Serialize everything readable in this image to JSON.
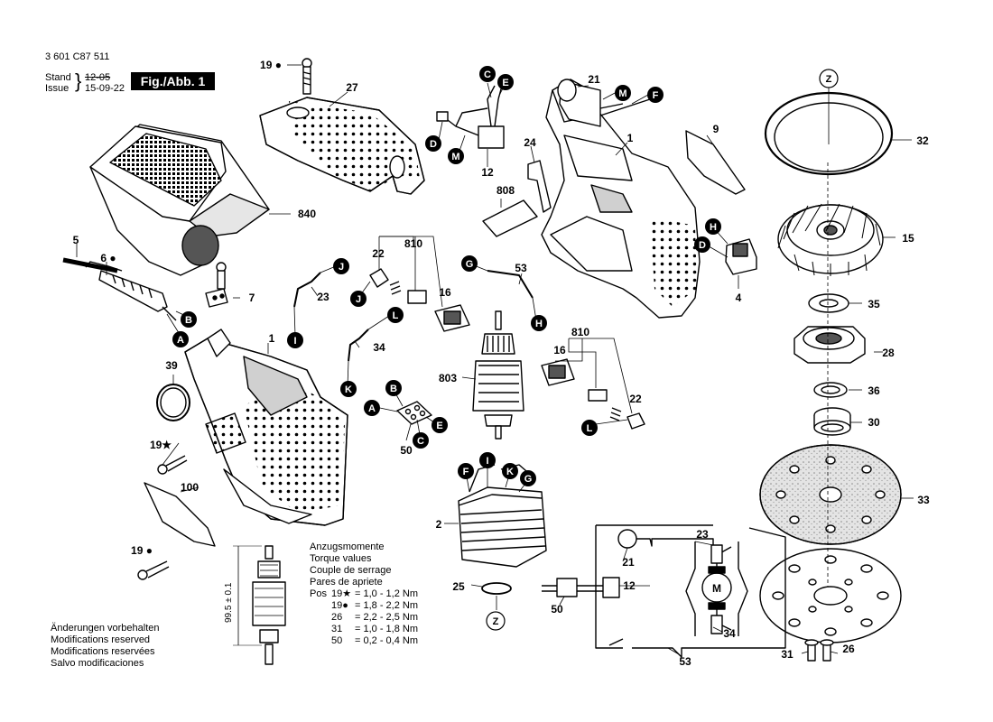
{
  "header": {
    "part_number": "3 601 C87 511",
    "stand_label": "Stand",
    "issue_label": "Issue",
    "stand_date": "12-05",
    "issue_date": "15-09-22",
    "figure": "Fig./Abb. 1"
  },
  "part_labels": [
    "19",
    "27",
    "21",
    "1",
    "9",
    "32",
    "840",
    "12",
    "24",
    "808",
    "15",
    "5",
    "6",
    "7",
    "810",
    "22",
    "53",
    "4",
    "35",
    "16",
    "23",
    "28",
    "39",
    "1",
    "34",
    "810",
    "36",
    "803",
    "16",
    "22",
    "30",
    "19",
    "50",
    "33",
    "100",
    "2",
    "23",
    "19",
    "21",
    "12",
    "25",
    "50",
    "34",
    "53",
    "31",
    "26"
  ],
  "connection_letters": [
    "C",
    "E",
    "M",
    "F",
    "D",
    "M",
    "H",
    "D",
    "B",
    "A",
    "J",
    "J",
    "L",
    "G",
    "H",
    "I",
    "K",
    "L",
    "B",
    "A",
    "E",
    "C",
    "F",
    "I",
    "K",
    "G"
  ],
  "reference_marks": [
    "Z",
    "Z"
  ],
  "symbols": {
    "star": "★",
    "dot": "●",
    "motor": "M"
  },
  "torque": {
    "title_de": "Anzugsmomente",
    "title_en": "Torque values",
    "title_fr": "Couple de serrage",
    "title_it": "Pares de apriete",
    "rows": [
      {
        "pos": "Pos",
        "ref": "19★",
        "value": "= 1,0 - 1,2 Nm"
      },
      {
        "pos": "",
        "ref": "19●",
        "value": "= 1,8 - 2,2 Nm"
      },
      {
        "pos": "",
        "ref": "26",
        "value": "= 2,2 - 2,5 Nm"
      },
      {
        "pos": "",
        "ref": "31",
        "value": "= 1,0 - 1,8 Nm"
      },
      {
        "pos": "",
        "ref": "50",
        "value": "= 0,2 - 0,4 Nm"
      }
    ]
  },
  "dimension": "99.5 ± 0.1",
  "notes": [
    "Änderungen vorbehalten",
    "Modifications reserved",
    "Modifications reservées",
    "Salvo modificaciones"
  ],
  "colors": {
    "line": "#000000",
    "fill": "#ffffff",
    "shade": "#d9d9d9",
    "dark": "#4d4d4d"
  }
}
